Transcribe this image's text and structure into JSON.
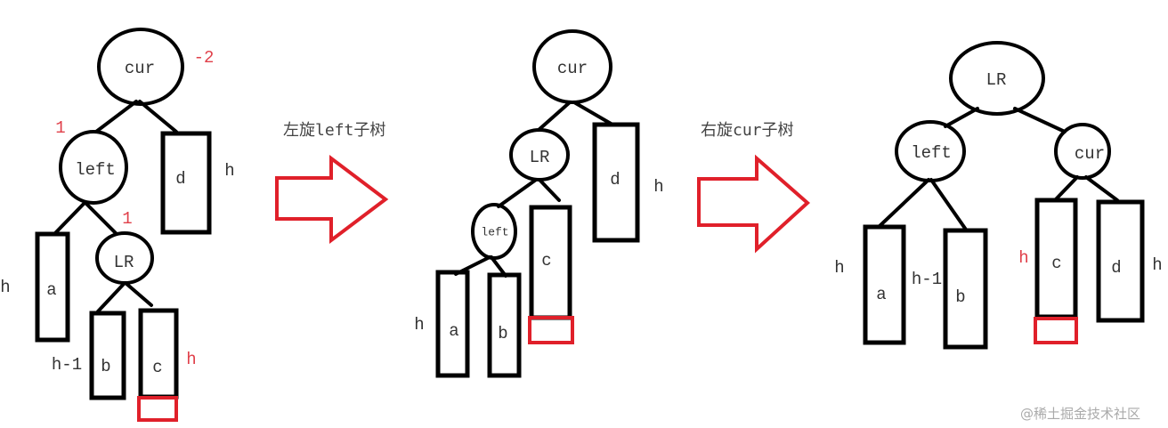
{
  "colors": {
    "stroke": "#000000",
    "highlight": "#e0202a",
    "text": "#333333"
  },
  "panel1": {
    "nodes": {
      "cur": "cur",
      "left": "left",
      "lr": "LR"
    },
    "balance": {
      "cur": "-2",
      "left": "1",
      "lr": "1"
    },
    "subtrees": {
      "a": "a",
      "b": "b",
      "c": "c",
      "d": "d"
    },
    "heights": {
      "a": "h",
      "b": "h-1",
      "c": "h",
      "d": "h"
    }
  },
  "arrow1": {
    "caption": "左旋left子树"
  },
  "panel2": {
    "nodes": {
      "cur": "cur",
      "lr": "LR",
      "left": "left"
    },
    "subtrees": {
      "a": "a",
      "b": "b",
      "c": "c",
      "d": "d"
    },
    "heights": {
      "a": "h",
      "d": "h"
    }
  },
  "arrow2": {
    "caption": "右旋cur子树"
  },
  "panel3": {
    "nodes": {
      "lr": "LR",
      "left": "left",
      "cur": "cur"
    },
    "subtrees": {
      "a": "a",
      "b": "b",
      "c": "c",
      "d": "d"
    },
    "heights": {
      "a": "h",
      "b": "h-1",
      "c": "h",
      "d": "h"
    }
  },
  "watermark": "@稀土掘金技术社区"
}
